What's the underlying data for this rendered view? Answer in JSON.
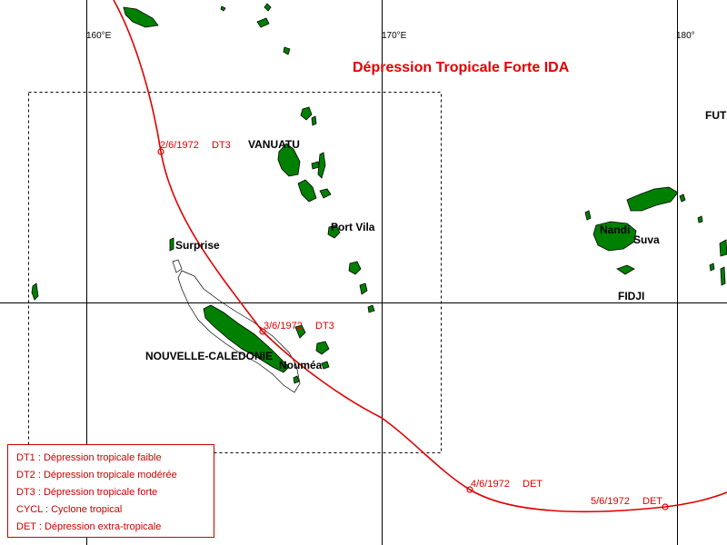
{
  "title": "Dépression Tropicale Forte IDA",
  "meridians": [
    {
      "label": "160°E",
      "lon": 160
    },
    {
      "label": "170°E",
      "lon": 170
    },
    {
      "label": "180°",
      "lon": 180
    }
  ],
  "places": {
    "vanuatu": "VANUATU",
    "port_vila": "Port Vila",
    "surprise": "Surprise",
    "nouvelle_caledonie": "NOUVELLE-CALEDONIE",
    "noumea": "Nouméa",
    "fidji": "FIDJI",
    "nandi": "Nandi",
    "suva": "Suva",
    "futuna_partial": "FUT"
  },
  "track_points": [
    {
      "date": "2/6/1972",
      "status": "DT3"
    },
    {
      "date": "3/6/1972",
      "status": "DT3"
    },
    {
      "date": "4/6/1972",
      "status": "DET"
    },
    {
      "date": "5/6/1972",
      "status": "DET"
    }
  ],
  "legend": [
    "DT1 : Dépression tropicale faible",
    "DT2 : Dépression tropicale modérée",
    "DT3 : Dépression tropicale forte",
    "CYCL : Cyclone tropical",
    "DET : Dépression extra-tropicale"
  ],
  "colors": {
    "track": "#e00000",
    "land": "#008000",
    "grid": "#000000",
    "legend_border": "#cc0000"
  }
}
